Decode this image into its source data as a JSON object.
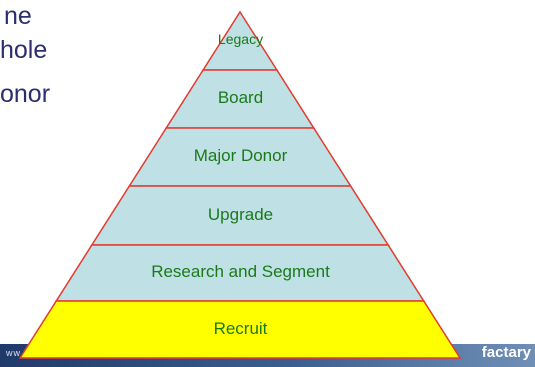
{
  "slide": {
    "text_lines": [
      "ne",
      "hole",
      "onor"
    ],
    "footer_url": "ww",
    "brand": "factary"
  },
  "pyramid": {
    "tiers": [
      {
        "label": "Legacy",
        "fill": "#bfe0e4"
      },
      {
        "label": "Board",
        "fill": "#bfe0e4"
      },
      {
        "label": "Major Donor",
        "fill": "#bfe0e4"
      },
      {
        "label": "Upgrade",
        "fill": "#bfe0e4"
      },
      {
        "label": "Research and Segment",
        "fill": "#bfe0e4"
      },
      {
        "label": "Recruit",
        "fill": "#ffff00"
      }
    ],
    "line_color": "#e23b2e",
    "label_color": "#1a7a1a"
  }
}
